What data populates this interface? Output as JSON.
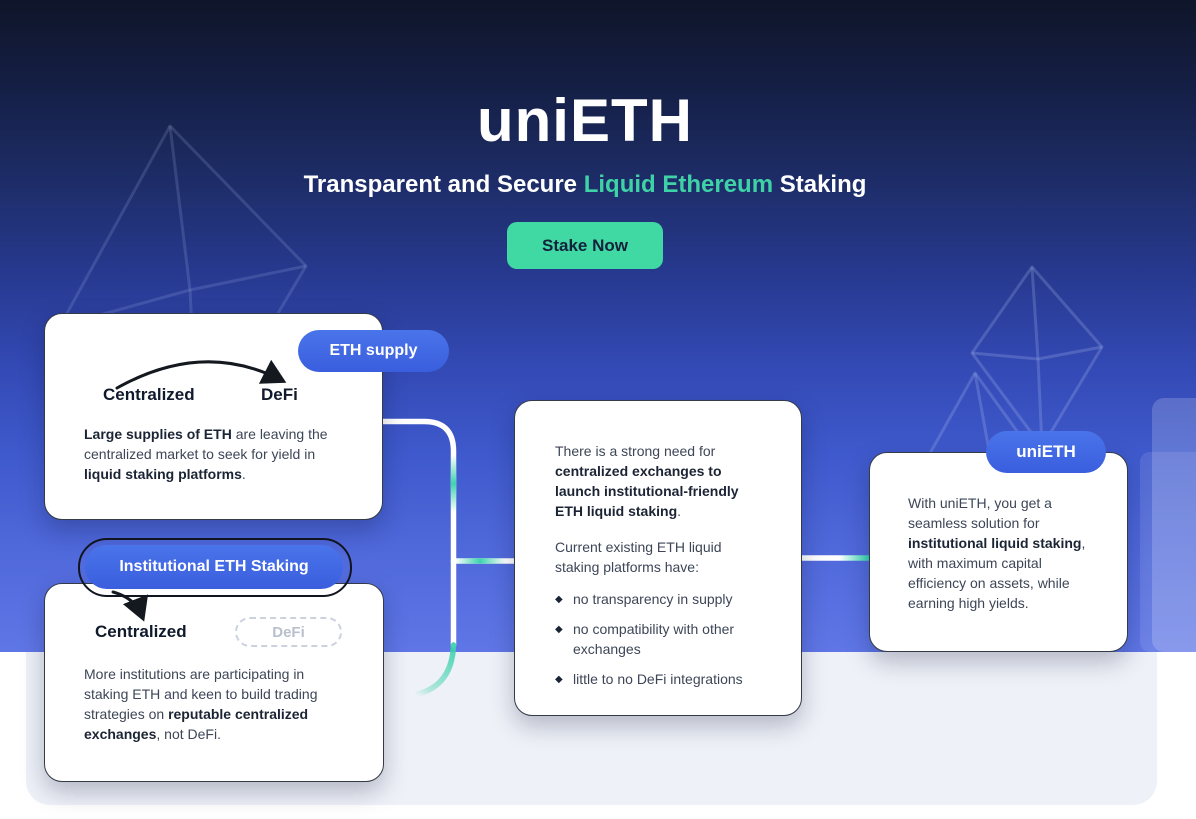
{
  "hero": {
    "title": "uniETH",
    "subtitle_pre": "Transparent and Secure ",
    "subtitle_highlight": "Liquid Ethereum",
    "subtitle_post": " Staking",
    "cta_label": "Stake Now"
  },
  "colors": {
    "accent_teal": "#3ed2a6",
    "button_green": "#40d9a4",
    "pill_blue": "#4168e1",
    "bg_top_navy": "#0f1529",
    "bg_bottom_blue": "#5f76e6",
    "panel_gray": "#eef1f8"
  },
  "cards": {
    "eth_supply": {
      "badge": "ETH supply",
      "from_label": "Centralized",
      "to_label": "DeFi",
      "body": [
        {
          "text": "Large supplies of ETH",
          "bold": true
        },
        {
          "text": " are leaving the centralized market to seek for yield in ",
          "bold": false
        },
        {
          "text": "liquid staking platforms",
          "bold": true
        },
        {
          "text": ".",
          "bold": false
        }
      ]
    },
    "institutional": {
      "badge": "Institutional ETH Staking",
      "from_label": "Centralized",
      "to_label": "DeFi",
      "body": [
        {
          "text": "More institutions are participating in staking ETH and keen to build trading strategies on ",
          "bold": false
        },
        {
          "text": "reputable centralized exchanges",
          "bold": true
        },
        {
          "text": ", not DeFi.",
          "bold": false
        }
      ]
    },
    "need": {
      "p1": [
        {
          "text": "There is a strong need for ",
          "bold": false
        },
        {
          "text": "centralized exchanges to launch institutional-friendly ETH liquid staking",
          "bold": true
        },
        {
          "text": ".",
          "bold": false
        }
      ],
      "p2": "Current existing ETH liquid staking platforms have:",
      "bullet_glyph": "◆",
      "bullets": [
        "no transparency in supply",
        "no compatibility with other exchanges",
        "little to no DeFi integrations"
      ]
    },
    "unieth": {
      "badge": "uniETH",
      "body": [
        {
          "text": "With uniETH, you get a seamless solution for ",
          "bold": false
        },
        {
          "text": "institutional liquid staking",
          "bold": true
        },
        {
          "text": ", with maximum capital efficiency on assets, while earning high yields.",
          "bold": false
        }
      ]
    }
  }
}
